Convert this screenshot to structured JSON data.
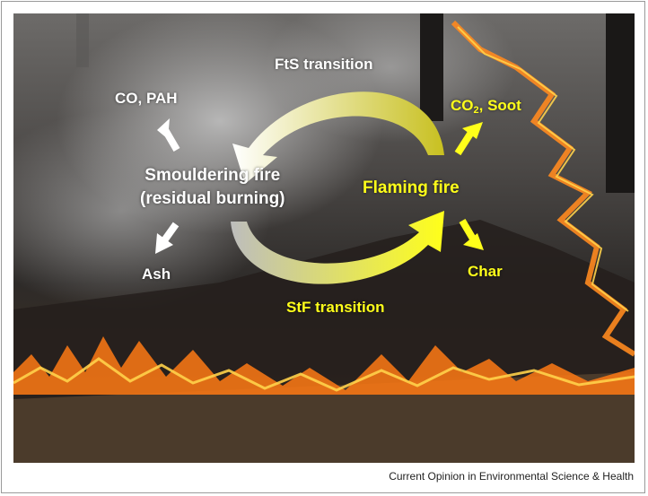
{
  "diagram": {
    "ftS_transition": "FtS transition",
    "stF_transition": "StF transition",
    "co_pah": "CO, PAH",
    "co2_soot_prefix": "CO",
    "co2_soot_sub": "2",
    "co2_soot_suffix": ", Soot",
    "smouldering_line1": "Smouldering fire",
    "smouldering_line2": "(residual burning)",
    "flaming": "Flaming fire",
    "ash": "Ash",
    "char": "Char"
  },
  "caption": "Current Opinion in Environmental Science & Health",
  "colors": {
    "white_text": "#ffffff",
    "yellow_text": "#ffff1a",
    "flame": "#ff8a1f"
  }
}
